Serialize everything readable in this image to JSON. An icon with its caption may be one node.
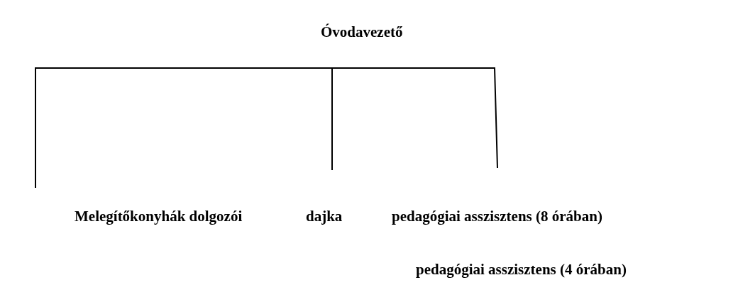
{
  "diagram": {
    "nodes": [
      {
        "text": [
          "Óvodavezető"
        ]
      },
      {
        "text": [
          "Melegítőkonyhák dolgozói"
        ]
      },
      {
        "text": [
          "dajka"
        ]
      },
      {
        "text": [
          "pedagógiai asszisztens (8 órában)"
        ]
      }
    ],
    "edges": [
      {
        "from": 0,
        "to": 1,
        "arrow": "none"
      },
      {
        "from": 0,
        "to": 2,
        "arrow": "none"
      },
      {
        "from": 0,
        "to": 3,
        "arrow": "none"
      }
    ],
    "labels": [
      "pedagógiai asszisztens (4 órában)"
    ]
  }
}
